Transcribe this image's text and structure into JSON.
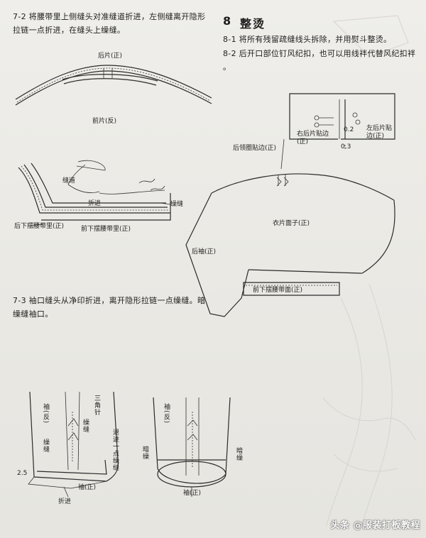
{
  "left_column": {
    "step_7_2": "7-2 将腰带里上侧缝头对准缝道折进，左侧缝离开隐形拉链一点折进，在缝头上缲缝。",
    "step_7_3": "7-3 袖口缝头从净印折进，离开隐形拉链一点缲缝。暗缲缝袖口。"
  },
  "section_8": {
    "number": "8",
    "title": "整烫",
    "step_8_1": "8-1 将所有残留疏缝线头拆除，并用熨斗整烫。",
    "step_8_2": "8-2 后开口部位钉风纪扣，也可以用线袢代替风纪扣袢 。"
  },
  "figure_back_panel": {
    "label_top": "后片(正)",
    "label_bottom": "前片(反)"
  },
  "figure_waistband": {
    "label_seam": "缝道",
    "label_fold": "折进",
    "label_blind": "缲缝",
    "label_back_band": "后下摆腰带里(正)",
    "label_front_band": "前下摆腰带里(正)"
  },
  "figure_garment": {
    "label_collar": "后领圈贴边(正)",
    "label_right_back": "右后片贴边(正)",
    "label_left_back": "左后片贴边(正)",
    "measure_02": "0.2",
    "measure_03": "0.3",
    "label_body": "衣片面子(正)",
    "label_sleeve": "后袖(正)",
    "label_hem": "前下摆腰带面(正)"
  },
  "figure_sleeve_left": {
    "label_sleeve_rev": "袖(反)",
    "label_blind": "缲缝",
    "label_triangle": "三角针",
    "label_blind2": "缲缝",
    "label_retreat": "退进一点缲缝",
    "measure_25": "2.5",
    "label_sleeve_front": "袖(正)",
    "label_fold": "折进"
  },
  "figure_sleeve_right": {
    "label_sleeve_rev": "袖(反)",
    "label_dark_left": "暗缲",
    "label_dark_right": "暗缲",
    "label_sleeve_front": "袖(正)"
  },
  "watermark": "头条 @服装打板教程"
}
